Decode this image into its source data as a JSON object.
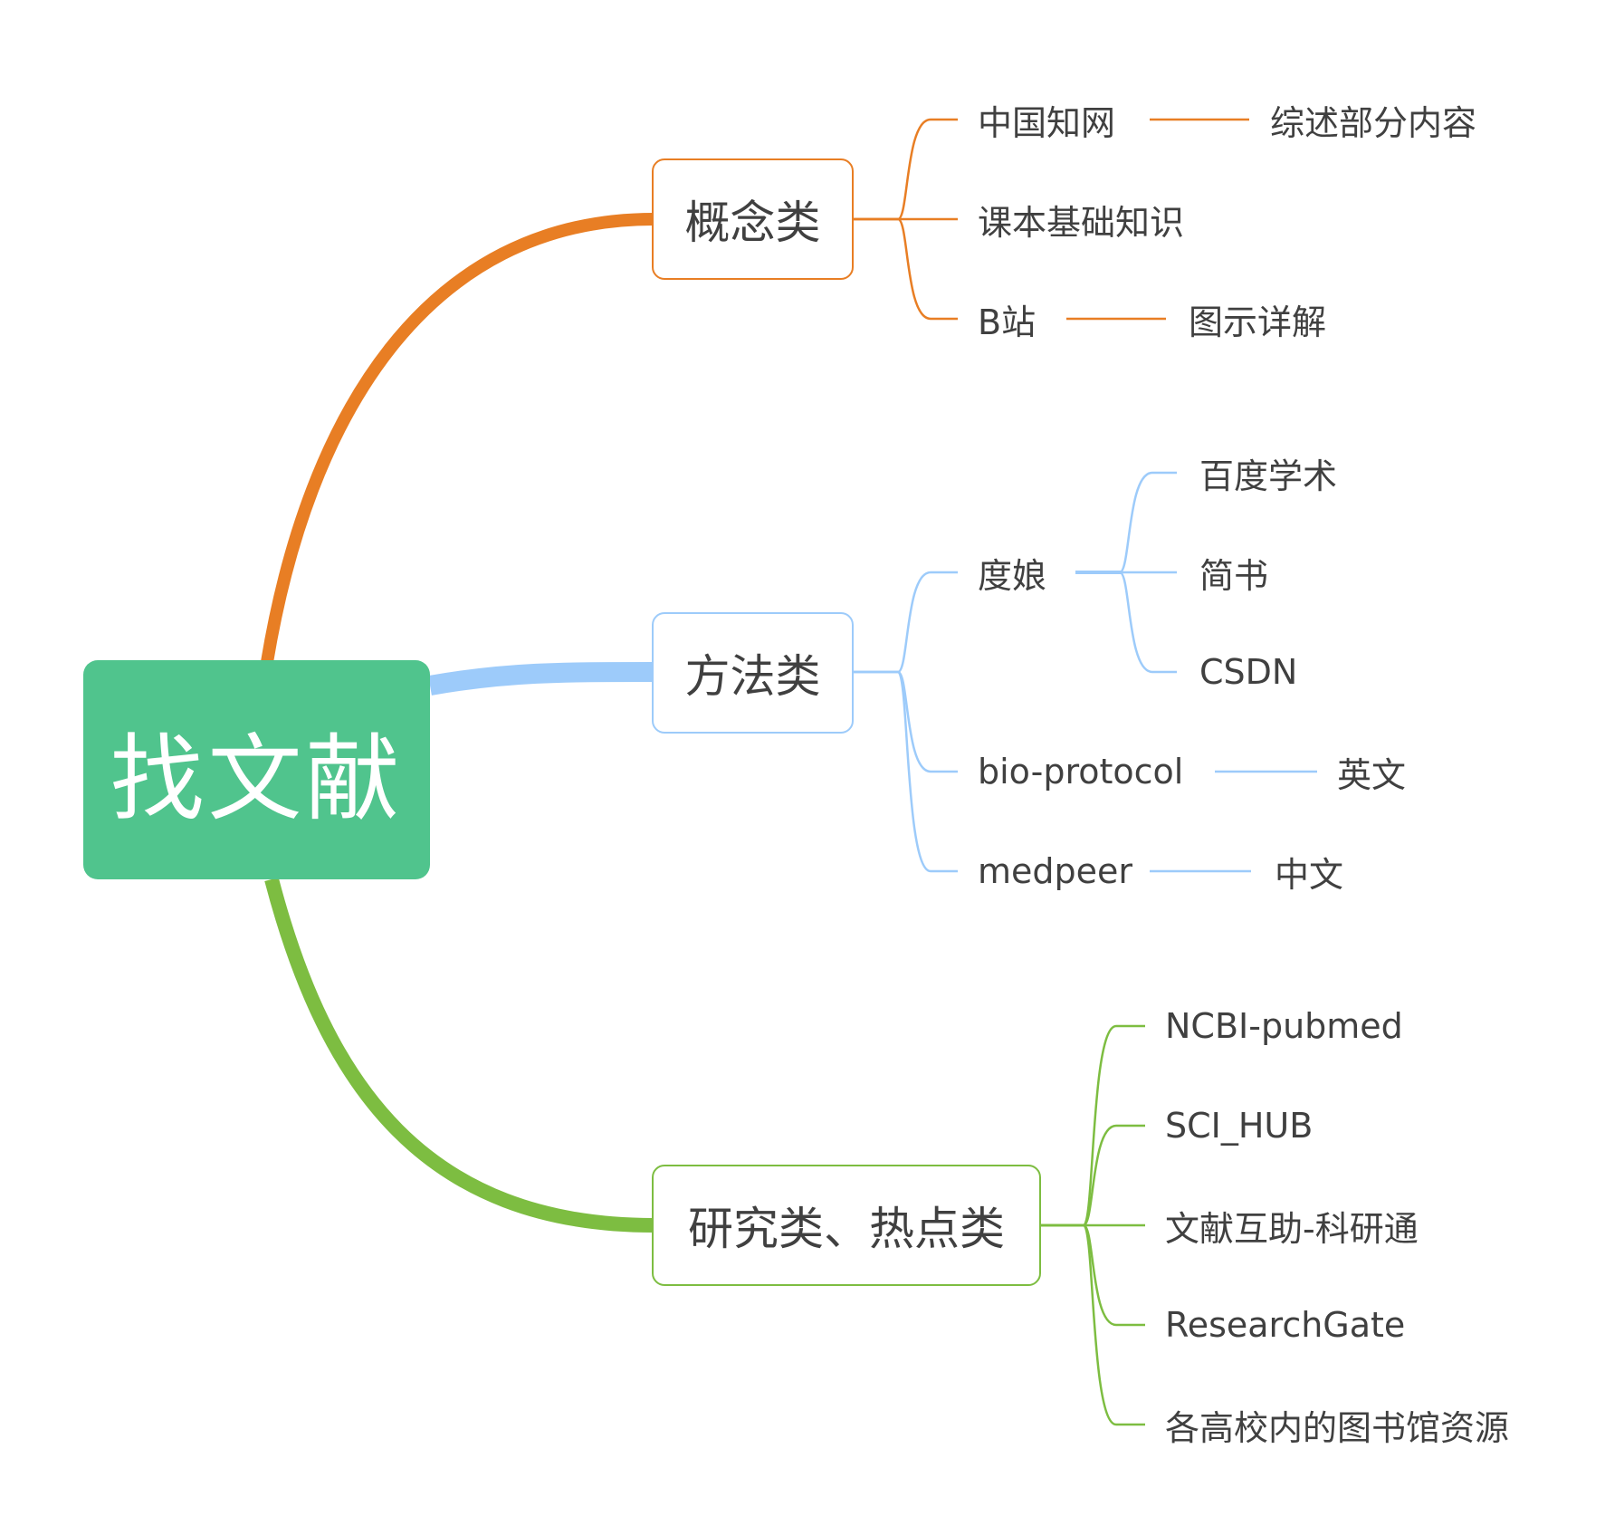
{
  "root": {
    "label": "找文献",
    "color": "#50C48D"
  },
  "branches": [
    {
      "label": "概念类",
      "color": "#E87E24",
      "children": [
        {
          "label": "中国知网",
          "children": [
            {
              "label": "综述部分内容"
            }
          ]
        },
        {
          "label": "课本基础知识",
          "children": []
        },
        {
          "label": "B站",
          "children": [
            {
              "label": "图示详解"
            }
          ]
        }
      ]
    },
    {
      "label": "方法类",
      "color": "#9DCBFA",
      "children": [
        {
          "label": "度娘",
          "children": [
            {
              "label": "百度学术"
            },
            {
              "label": "简书"
            },
            {
              "label": "CSDN"
            }
          ]
        },
        {
          "label": "bio-protocol",
          "children": [
            {
              "label": "英文"
            }
          ]
        },
        {
          "label": "medpeer",
          "children": [
            {
              "label": "中文"
            }
          ]
        }
      ]
    },
    {
      "label": "研究类、热点类",
      "color": "#7DBD41",
      "children": [
        {
          "label": "NCBI-pubmed",
          "children": []
        },
        {
          "label": "SCI_HUB",
          "children": []
        },
        {
          "label": "文献互助-科研通",
          "children": []
        },
        {
          "label": "ResearchGate",
          "children": []
        },
        {
          "label": "各高校内的图书馆资源",
          "children": []
        }
      ]
    }
  ]
}
